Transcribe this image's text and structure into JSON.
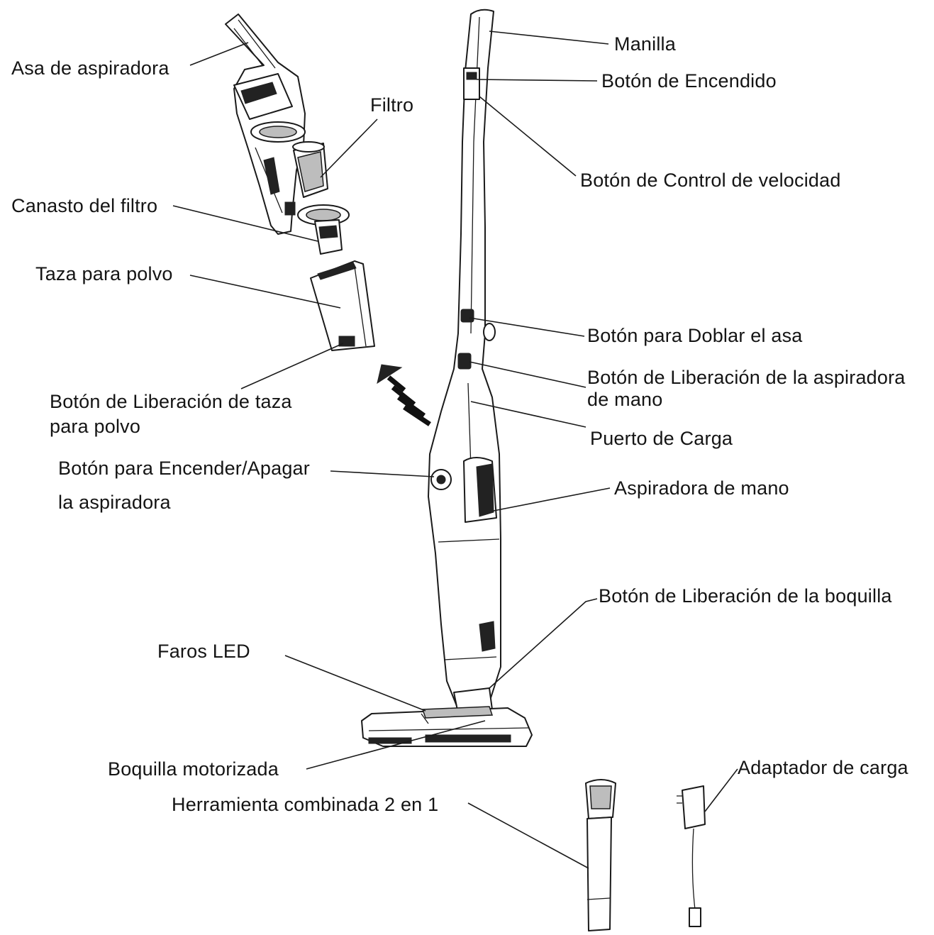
{
  "labels": {
    "asa_aspiradora": "Asa de aspiradora",
    "filtro": "Filtro",
    "canasto_filtro": "Canasto del filtro",
    "taza_polvo": "Taza para polvo",
    "liberacion_taza_1": "Botón de Liberación de taza",
    "liberacion_taza_2": "para polvo",
    "encender_apagar_1": "Botón para Encender/Apagar",
    "encender_apagar_2": "la aspiradora",
    "faros_led": "Faros LED",
    "boquilla_motorizada": "Boquilla motorizada",
    "herramienta_combinada": "Herramienta combinada 2 en 1",
    "manilla": "Manilla",
    "boton_encendido": "Botón de Encendido",
    "control_velocidad": "Botón de Control de velocidad",
    "doblar_asa": "Botón para Doblar el asa",
    "liberacion_mano_1": "Botón de Liberación de la aspiradora",
    "liberacion_mano_2": "de mano",
    "puerto_carga": "Puerto de Carga",
    "aspiradora_mano": "Aspiradora de mano",
    "liberacion_boquilla": "Botón de Liberación de la boquilla",
    "adaptador_carga": "Adaptador de carga"
  }
}
